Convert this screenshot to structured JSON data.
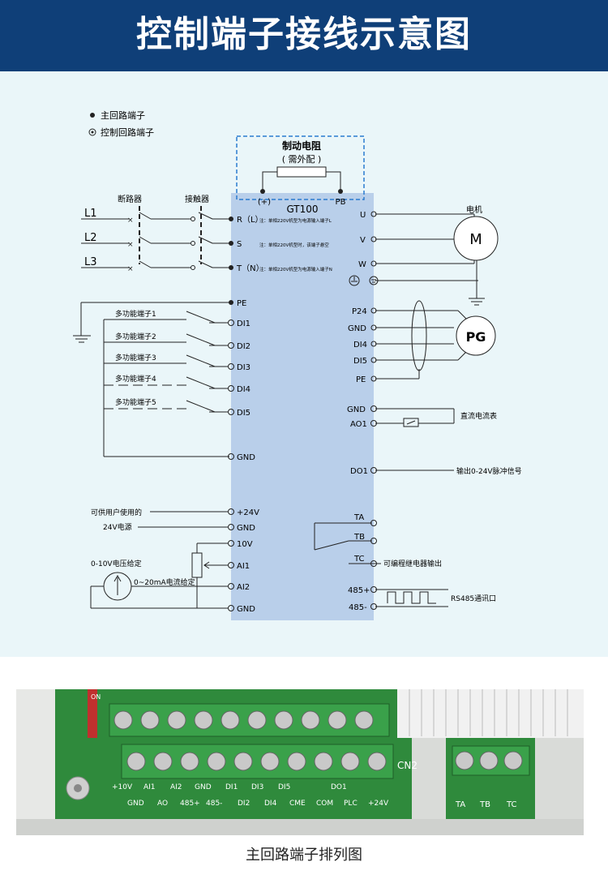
{
  "header": {
    "title": "控制端子接线示意图"
  },
  "legend": {
    "main_circuit": "主回路端子",
    "control_circuit": "控制回路端子"
  },
  "brake": {
    "title": "制动电阻",
    "subtitle": "( 需外配 )",
    "plus": "(+)",
    "pb": "PB"
  },
  "model": "GT100",
  "labels": {
    "breaker": "断路器",
    "contactor": "接触器",
    "motor": "电机",
    "l1": "L1",
    "l2": "L2",
    "l3": "L3",
    "motor_symbol": "M",
    "pg_symbol": "PG",
    "note_r": "注：单相220V机型为电源输入端子L",
    "note_s": "注：单相220V机型时，该端子悬空",
    "note_t": "注：单相220V机型为电源输入端子N",
    "multi1": "多功能端子1",
    "multi2": "多功能端子2",
    "multi3": "多功能端子3",
    "multi4": "多功能端子4",
    "multi5": "多功能端子5",
    "user_power_1": "可供用户使用的",
    "user_power_2": "24V电源",
    "voltage_given": "0-10V电压给定",
    "current_given": "0~20mA电流给定",
    "dc_meter": "直流电流表",
    "pulse_out": "输出0-24V脉冲信号",
    "relay_out": "可编程继电器输出",
    "rs485": "RS485通讯口"
  },
  "left_terminals": {
    "r": "R（L）",
    "s": "S",
    "t": "T（N）",
    "pe": "PE",
    "di1": "DI1",
    "di2": "DI2",
    "di3": "DI3",
    "di4": "DI4",
    "di5": "DI5",
    "gnd": "GND",
    "p24v": "+24V",
    "gnd2": "GND",
    "v10": "10V",
    "ai1": "AI1",
    "ai2": "AI2",
    "gnd3": "GND"
  },
  "right_terminals": {
    "u": "U",
    "v": "V",
    "w": "W",
    "p24": "P24",
    "gnd": "GND",
    "di4": "DI4",
    "di5": "DI5",
    "pe": "PE",
    "gnd2": "GND",
    "ao1": "AO1",
    "do1": "DO1",
    "ta": "TA",
    "tb": "TB",
    "tc": "TC",
    "p485": "485+",
    "n485": "485-"
  },
  "photo": {
    "top_row": [
      "+10V",
      "AI1",
      "AI2",
      "GND",
      "DI1",
      "DI3",
      "DI5",
      "DO1"
    ],
    "bottom_row": [
      "GND",
      "AO",
      "485+",
      "485-",
      "DI2",
      "DI4",
      "CME",
      "COM",
      "PLC",
      "+24V"
    ],
    "relay_row": [
      "TA",
      "TB",
      "TC"
    ],
    "cn2": "CN2",
    "switch_on": "ON"
  },
  "caption": "主回路端子排列图",
  "colors": {
    "header": "#0f3f78",
    "panel": "#b9cfea",
    "bg": "#eaf6f9",
    "board": "#2f8a3c"
  }
}
